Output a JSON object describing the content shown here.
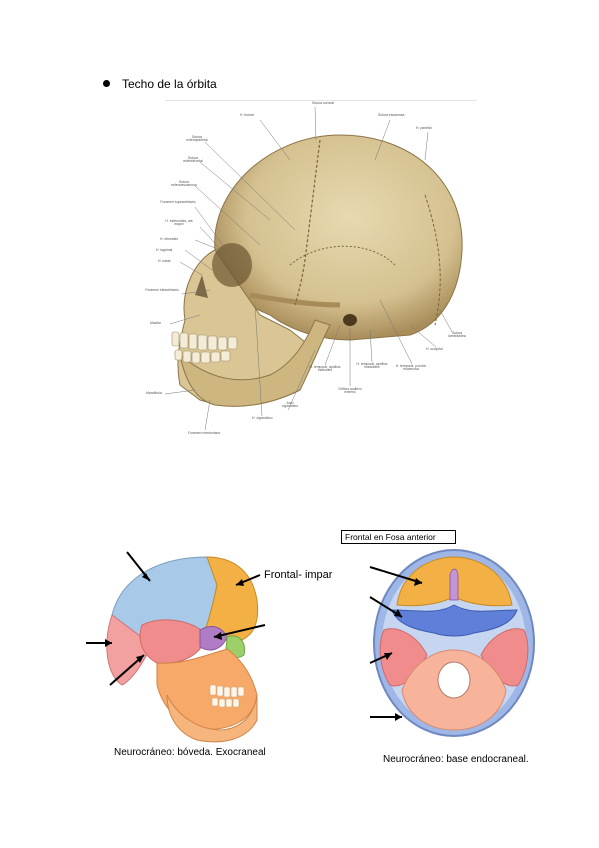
{
  "bullet_item": {
    "text": "Techo de la órbita"
  },
  "skull_lateral": {
    "labels": {
      "sutura_coronal": "Sutura coronal",
      "h_frontal": "H. frontal",
      "sutura_escamosa": "Sutura escamosa",
      "h_parietal": "H. parietal",
      "sutura_esfenoparietal": "Sutura esfenoparietal",
      "sutura_esfenofrontal": "Sutura esfenofrontal",
      "sutura_esfenoescamosa": "Sutura esfenoescamosa",
      "foramen_supraorbitario": "Foramen supraorbitario",
      "h_esfenoides_ala_mayor": "H. esfenoides, ala mayor",
      "h_etmoides": "H. etmoides",
      "h_lagrimal": "H. lagrimal",
      "h_nasal": "H. nasal",
      "foramen_infraorbitario": "Foramen infraorbitario",
      "maxilar": "Maxilar",
      "mandibula": "Mandíbula",
      "foramen_mentoniano": "Foramen mentoniano",
      "h_cigomatico": "H. cigomático",
      "arco_cigomatico": "Arco cigomático",
      "h_temporal_apofisis_estiloides": "H. temporal, apófisis estiloides",
      "orificio_auditivo_externo": "Orificio auditivo externo",
      "h_temporal_apofisis_mastoides": "H. temporal, apófisis mastoides",
      "h_temporal_porcion_escamosa": "H. temporal, porción escamosa",
      "h_occipital": "H. occipital",
      "sutura_lambdoidea": "Sutura lambdoidea"
    }
  },
  "vault_figure": {
    "label": "Frontal- impar",
    "caption": "Neurocráneo: bóveda. Exocraneal"
  },
  "base_figure": {
    "box_label": "Frontal en Fosa anterior",
    "caption": "Neurocráneo: base endocraneal."
  },
  "colors": {
    "bone": "#d8c79a",
    "bone_shadow": "#b9a06c",
    "parietal_blue": "#a9c9e8",
    "frontal_orange": "#f3b045",
    "temporal_red": "#f08c8c",
    "sphenoid_purple": "#b07cc6",
    "ethmoid_green": "#9ccf6a",
    "face_orange": "#f7a96a",
    "base_blue": "#5f7fd8",
    "base_ring": "#9fb7e6"
  }
}
